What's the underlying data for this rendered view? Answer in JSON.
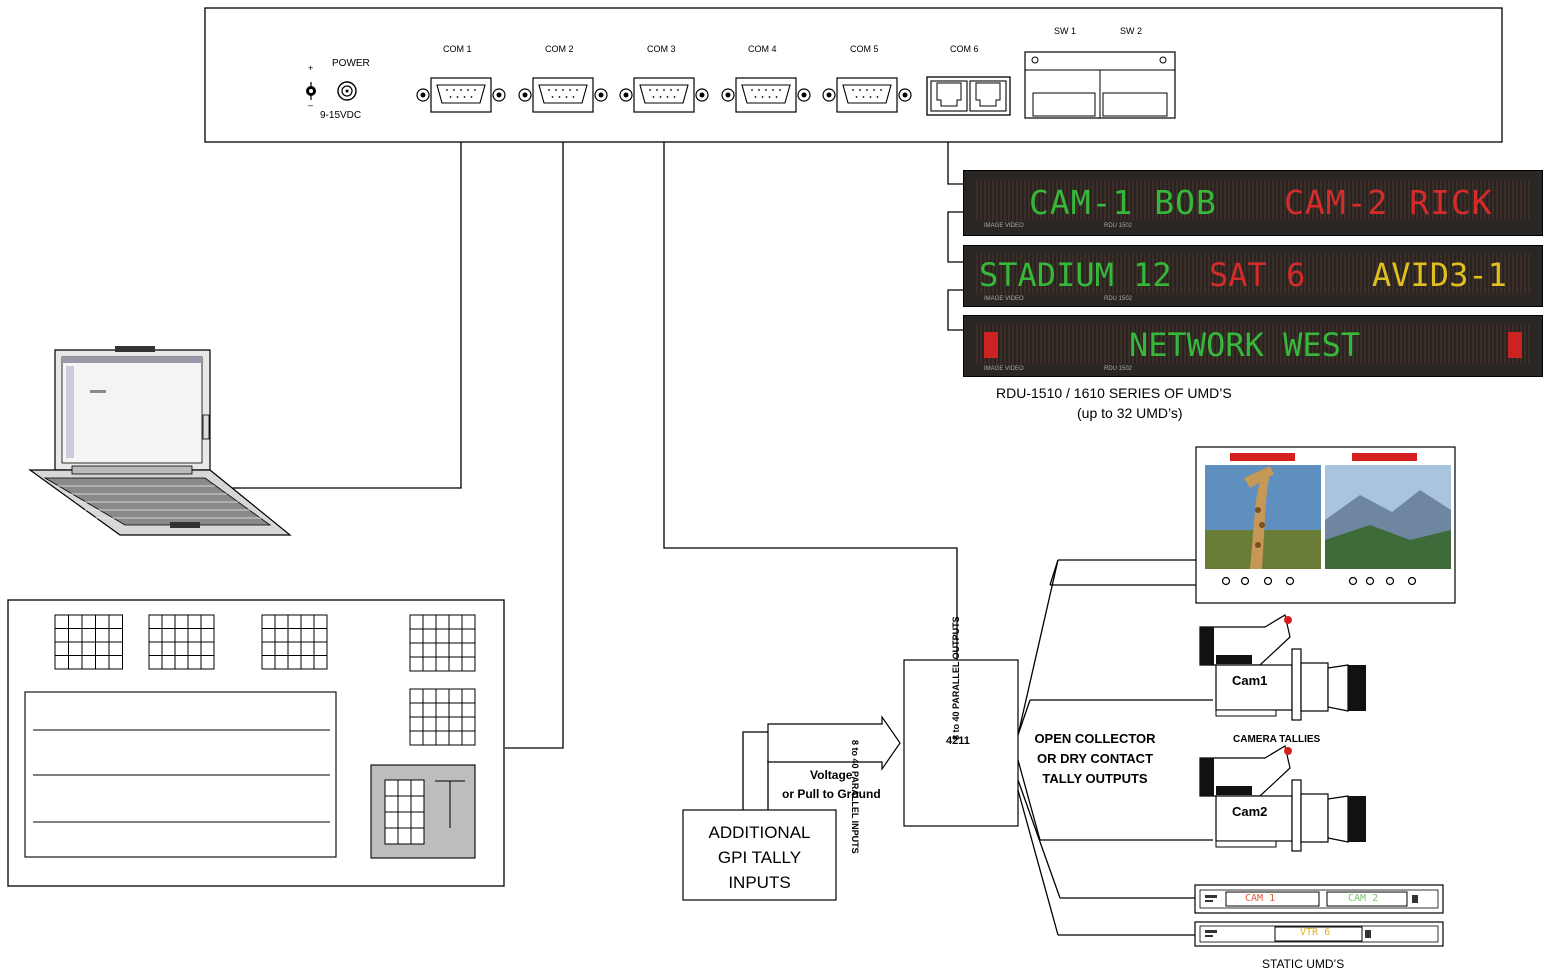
{
  "panel": {
    "power_label": "POWER",
    "voltage_label": "9-15VDC",
    "plus": "+",
    "minus": "–",
    "ports": [
      "COM 1",
      "COM 2",
      "COM 3",
      "COM 4",
      "COM 5",
      "COM 6"
    ],
    "switches": [
      "SW 1",
      "SW 2"
    ]
  },
  "umd_displays": {
    "rows": [
      [
        {
          "text": "CAM-1 BOB",
          "color": "#36b83a"
        },
        {
          "text": "CAM-2 RICK",
          "color": "#d62b2b"
        }
      ],
      [
        {
          "text": "STADIUM 12",
          "color": "#36b83a"
        },
        {
          "text": "SAT 6",
          "color": "#d62b2b"
        },
        {
          "text": "AVID3-1",
          "color": "#e0c020"
        }
      ],
      [
        {
          "text": "NETWORK WEST",
          "color": "#36b83a"
        }
      ]
    ],
    "brand": "IMAGE VIDEO",
    "model": "RDU 1502",
    "caption_line1": "RDU-1510 / 1610 SERIES OF UMD’S",
    "caption_line2": "(up to 32 UMD’s)"
  },
  "interface": {
    "unit_label": "4211",
    "inputs_label": "8 to 40 PARALLEL INPUTS",
    "outputs_label": "8 to 40 PARALLEL OUTPUTS",
    "voltage_line1": "Voltage",
    "voltage_line2": "or Pull to Ground",
    "gpi_line1": "ADDITIONAL",
    "gpi_line2": "GPI TALLY",
    "gpi_line3": "INPUTS",
    "outputs_desc_line1": "OPEN COLLECTOR",
    "outputs_desc_line2": "OR DRY CONTACT",
    "outputs_desc_line3": "TALLY OUTPUTS"
  },
  "cameras": {
    "cam1": "Cam1",
    "cam2": "Cam2",
    "caption": "CAMERA TALLIES"
  },
  "static_umds": {
    "labels": [
      {
        "text": "CAM 1",
        "color": "#e05a3a"
      },
      {
        "text": "CAM 2",
        "color": "#7bc46a"
      },
      {
        "text": "VTR 6",
        "color": "#e0b020"
      }
    ],
    "caption": "STATIC UMD’S"
  },
  "colors": {
    "tally_red": "#d62020",
    "led_bg": "#2a2623",
    "gray_panel": "#bdbdbd"
  }
}
